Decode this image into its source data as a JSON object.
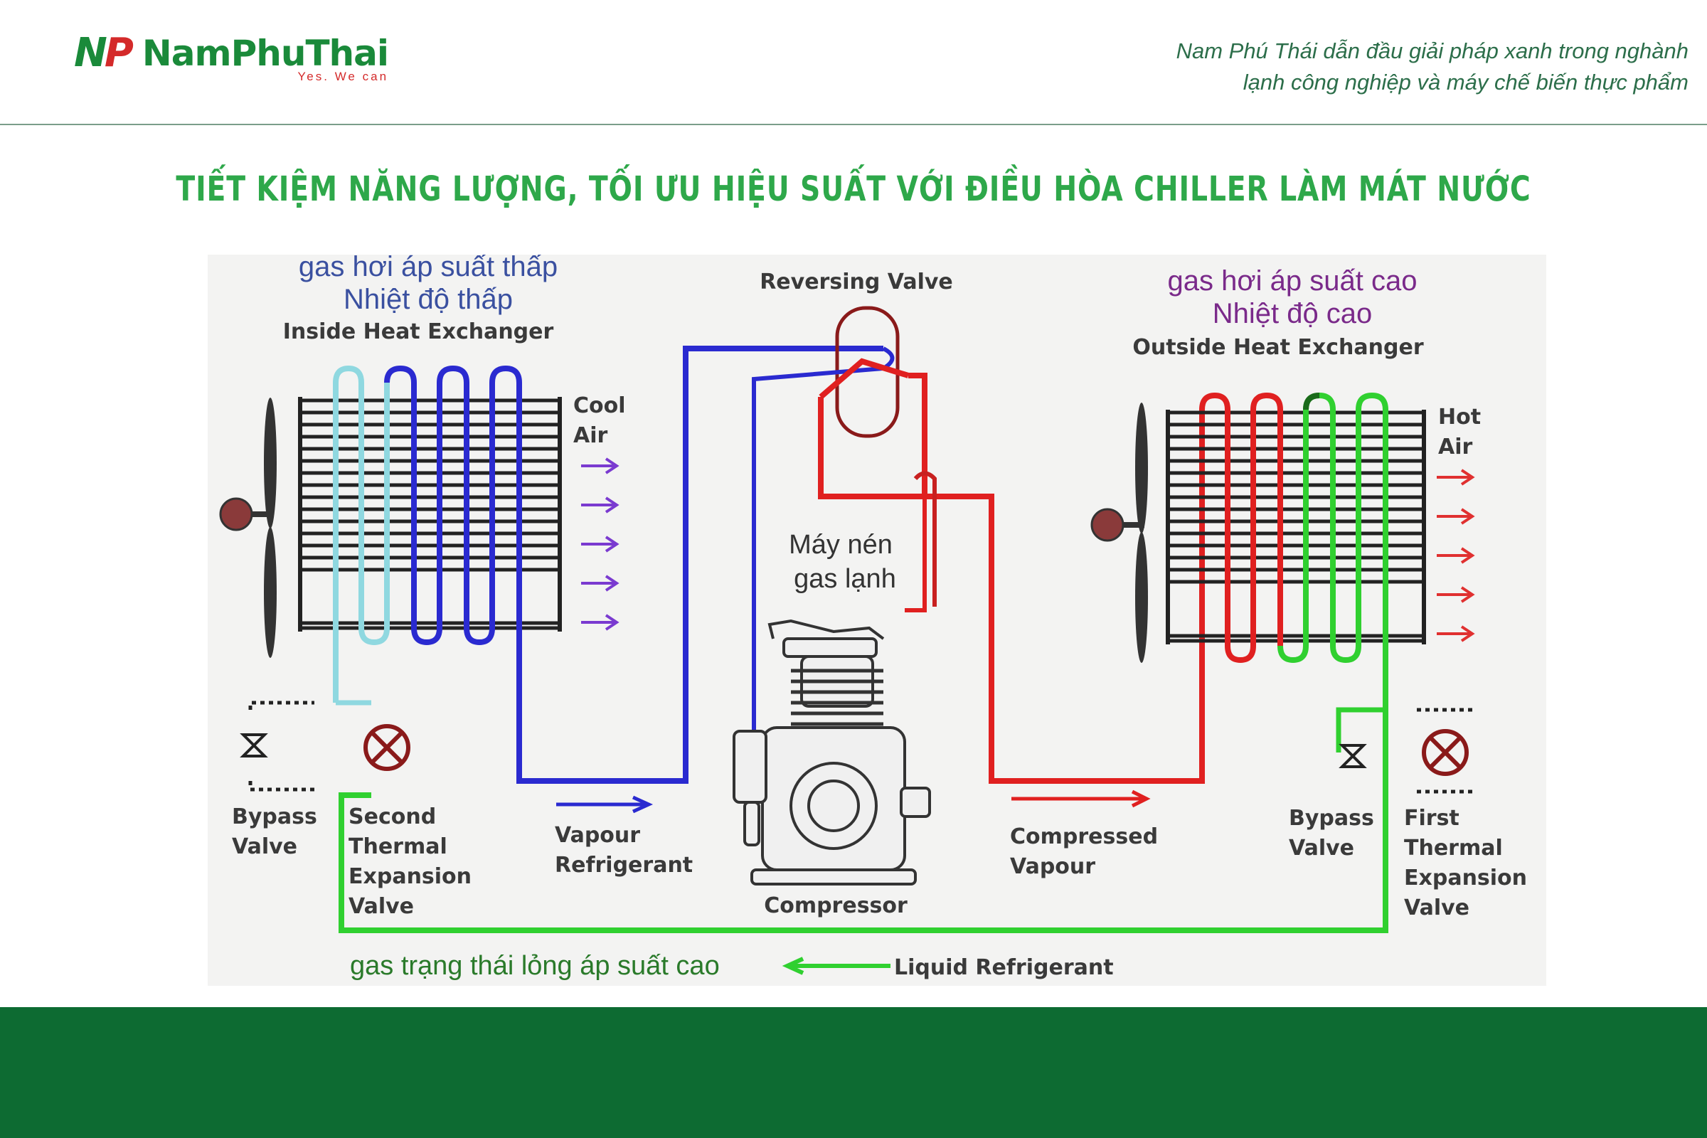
{
  "header": {
    "logo": {
      "mark": "NP",
      "name": "NamPhuThai",
      "tagline": "Yes. We can"
    },
    "tagline_line1": "Nam Phú Thái dẫn đầu giải pháp xanh trong nghành",
    "tagline_line2": "lạnh công nghiệp và máy chế biến thực phẩm"
  },
  "title": "TIẾT KIỆM NĂNG LƯỢNG, TỐI ƯU HIỆU SUẤT VỚI ĐIỀU HÒA CHILLER LÀM MÁT NƯỚC",
  "diagram": {
    "inside": {
      "vn_line1": "gas hơi áp suất thấp",
      "vn_line2": "Nhiệt độ thấp",
      "label": "Inside Heat Exchanger"
    },
    "outside": {
      "vn_line1": "gas hơi áp suất cao",
      "vn_line2": "Nhiệt độ cao",
      "label": "Outside Heat Exchanger"
    },
    "reversing_valve": "Reversing Valve",
    "cool_air": [
      "Cool",
      "Air"
    ],
    "hot_air": [
      "Hot",
      "Air"
    ],
    "compressor_vn": [
      "Máy nén",
      "gas lạnh"
    ],
    "compressor": "Compressor",
    "left_bypass": [
      "Bypass",
      "Valve"
    ],
    "second_valve": [
      "Second",
      "Thermal",
      "Expansion",
      "Valve"
    ],
    "right_bypass": [
      "Bypass",
      "Valve"
    ],
    "first_valve": [
      "First",
      "Thermal",
      "Expansion",
      "Valve"
    ],
    "vapour": [
      "Vapour",
      "Refrigerant"
    ],
    "compressed": [
      "Compressed",
      "Vapour"
    ],
    "liquid_vn": "gas trạng thái lỏng áp suất cao",
    "liquid": "Liquid Refrigerant",
    "colors": {
      "cold": "#8fd8e0",
      "blue": "#2a2ad0",
      "red": "#e02020",
      "green": "#30d030",
      "vn_blue": "#3a50a0",
      "vn_purple": "#7a2a8a"
    }
  },
  "footer": {}
}
